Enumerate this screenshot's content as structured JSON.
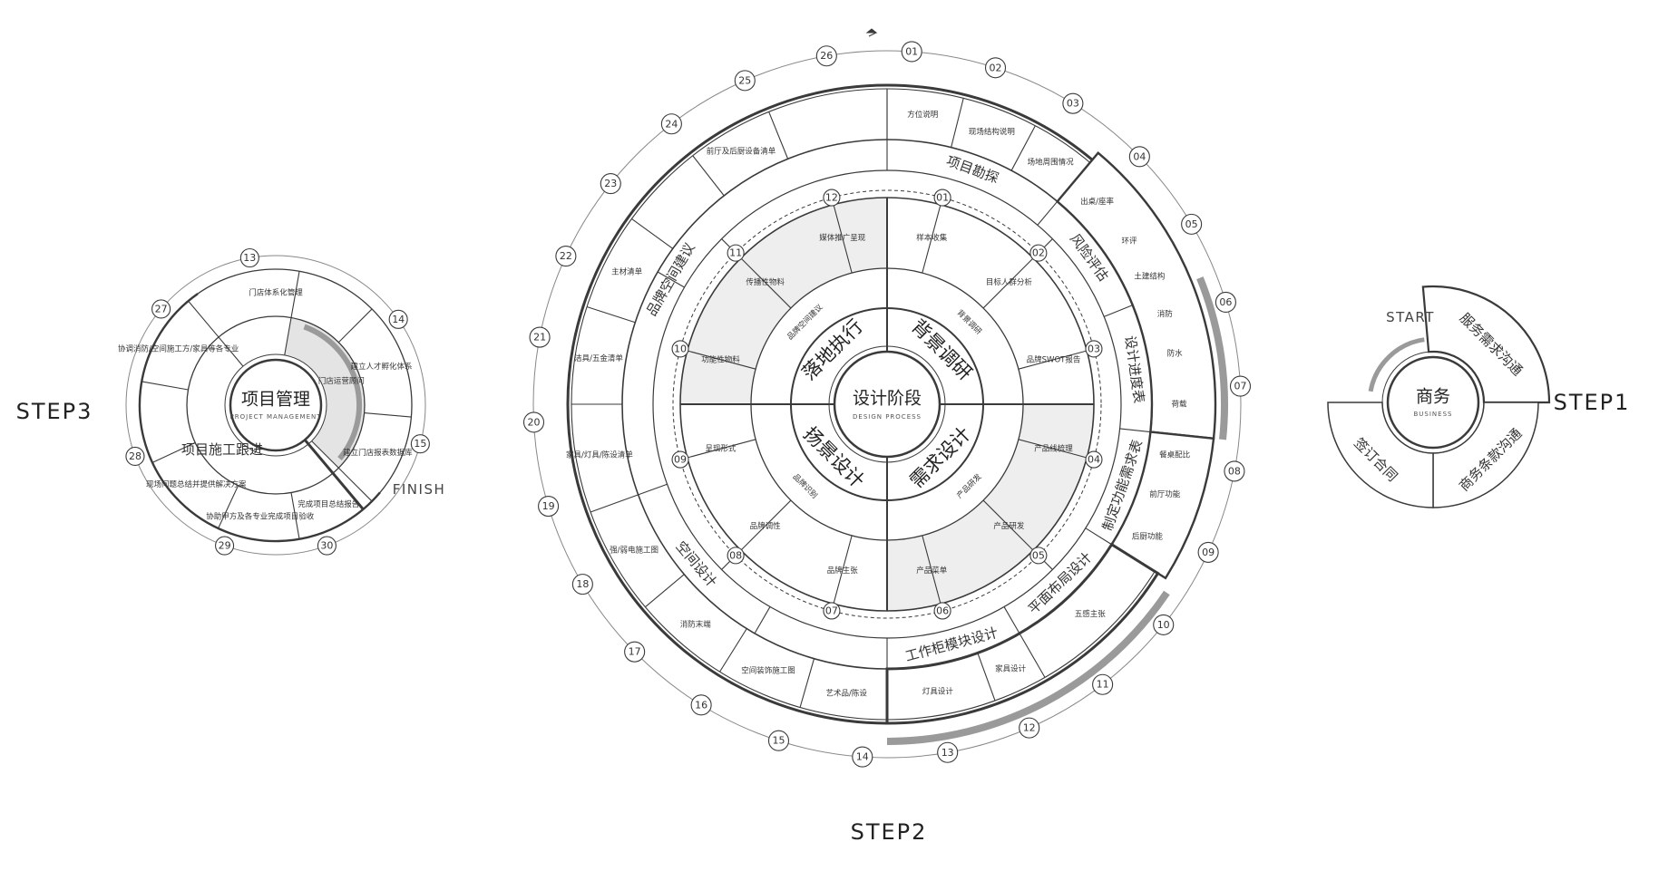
{
  "steps": {
    "step1": "STEP1",
    "step2": "STEP2",
    "step3": "STEP3"
  },
  "captions": {
    "start": "START",
    "finish": "FINISH"
  },
  "business": {
    "title": "商务",
    "subtitle": "BUSINESS",
    "sectors": [
      "服务需求沟通",
      "商务条款沟通",
      "签订合同"
    ]
  },
  "design": {
    "title": "设计阶段",
    "subtitle": "DESIGN PROCESS",
    "quadrants": [
      "背景调研",
      "需求设计",
      "扬景设计",
      "落地执行"
    ],
    "ring2_labels": [
      "背景调研",
      "产品研发",
      "品牌识别",
      "品牌空间建议"
    ],
    "inner_numbers": [
      "01",
      "02",
      "03",
      "04",
      "05",
      "06",
      "07",
      "08",
      "09",
      "10",
      "11",
      "12"
    ],
    "inner_items": [
      "样本收集",
      "目标人群分析",
      "品牌SWOT报告",
      "产品线梳理",
      "产品研发",
      "产品菜单",
      "品牌主张",
      "品牌调性",
      "呈现形式",
      "功能性物料",
      "传播性物料",
      "媒体推广呈现"
    ],
    "mid_labels": [
      "项目勘探",
      "风险评估",
      "设计进度表",
      "制定功能需求表",
      "平面布局设计",
      "工作柜模块设计",
      "空间设计",
      "品牌空间建议"
    ],
    "outer_numbers": [
      "01",
      "02",
      "03",
      "04",
      "05",
      "06",
      "07",
      "08",
      "09",
      "10",
      "11",
      "12",
      "13",
      "14",
      "15",
      "16",
      "17",
      "18",
      "19",
      "20",
      "21",
      "22",
      "23",
      "24",
      "25",
      "26"
    ],
    "outer_items": [
      {
        "text": "方位说明"
      },
      {
        "text": "现场结构说明"
      },
      {
        "text": "场地周围情况"
      },
      {
        "text": "出桌/座率"
      },
      {
        "text": "环评"
      },
      {
        "text": "土建结构"
      },
      {
        "text": "消防"
      },
      {
        "text": "防水"
      },
      {
        "text": "荷载"
      },
      {
        "text": "餐桌配比"
      },
      {
        "text": "前厅功能"
      },
      {
        "text": "后厨功能"
      },
      {
        "text": "五感主张"
      },
      {
        "text": "家具设计"
      },
      {
        "text": "灯具设计"
      },
      {
        "text": "艺术品/陈设"
      },
      {
        "text": "空间装饰施工图"
      },
      {
        "text": "消防末端"
      },
      {
        "text": "强/弱电施工图"
      },
      {
        "text": "家具/灯具/陈设清单"
      },
      {
        "text": "洁具/五金清单"
      },
      {
        "text": "主材清单"
      },
      {
        "text": "前厅及后厨设备清单"
      }
    ]
  },
  "pm": {
    "title": "项目管理",
    "subtitle": "PROJECT MANAGEMENT",
    "ring_labels": [
      "门店运营顾问",
      "项目施工跟进"
    ],
    "numbers": [
      "13",
      "14",
      "15",
      "27",
      "28",
      "29",
      "30"
    ],
    "items": [
      "门店体系化管理",
      "建立人才孵化体系",
      "建立门店报表数据库",
      "完成项目总结报告",
      "协助甲方及各专业完成项目验收",
      "现场问题总结并提供解决方案",
      "协调消防/空间施工方/家具等各专业"
    ]
  },
  "colors": {
    "line": "#3a3a3a",
    "light": "#888888",
    "fill": "#e4e4e4",
    "arc": "#9a9a9a"
  }
}
